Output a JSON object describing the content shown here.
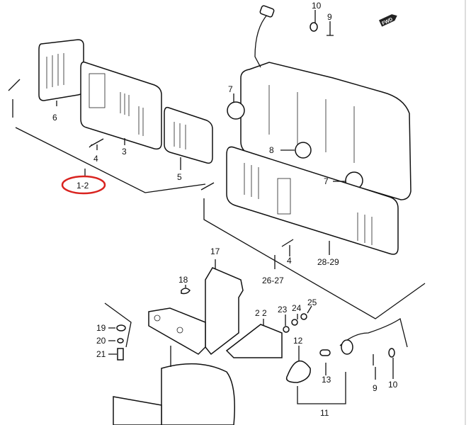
{
  "diagram": {
    "fwd_badge": "FWD",
    "highlight_color": "#d9231f",
    "callouts": {
      "c10_top": "10",
      "c9_top": "9",
      "c7_top": "7",
      "c6": "6",
      "c3": "3",
      "c4_left": "4",
      "c5": "5",
      "c1_2": "1-2",
      "c8": "8",
      "c7_mid": "7",
      "c28_29": "28-29",
      "c4_mid": "4",
      "c26_27": "26-27",
      "c17": "17",
      "c18": "18",
      "c22": "2 2",
      "c23": "23",
      "c24": "24",
      "c25": "25",
      "c19": "19",
      "c20": "20",
      "c21": "21",
      "c12": "12",
      "c13": "13",
      "c9_bottom": "9",
      "c10_bottom": "10",
      "c11": "11"
    }
  }
}
